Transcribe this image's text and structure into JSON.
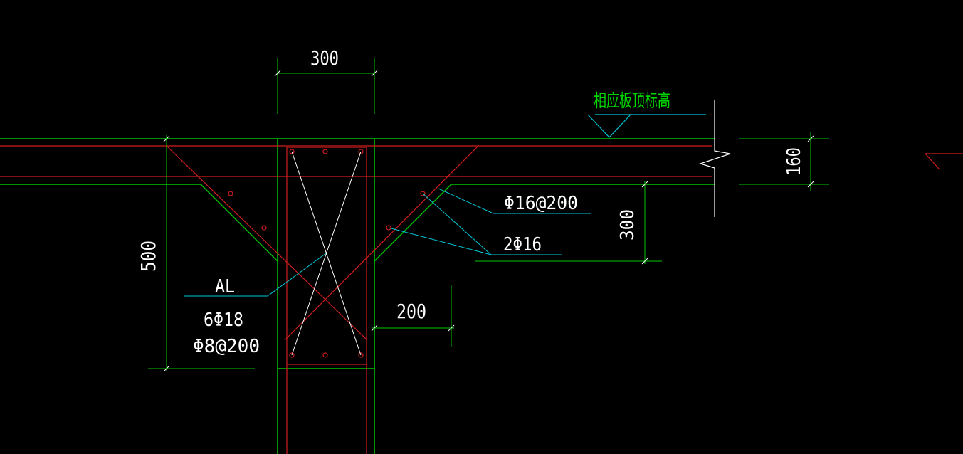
{
  "colors": {
    "background": "#000000",
    "outline": "#00c800",
    "rebar": "#d21e1e",
    "text": "#ffffff",
    "leader": "#00c8d8",
    "level_marker": "#00c8d8",
    "level_text": "#00d800"
  },
  "labels": {
    "dim_column_width": "300",
    "dim_slab_thickness": "160",
    "dim_haunch_depth": "300",
    "dim_height": "500",
    "dim_haunch_width": "200",
    "slab_top_level": "相应板顶标高",
    "haunch_rebar": "Φ16@200",
    "haunch_bars": "2Φ16",
    "beam_mark": "AL",
    "beam_main_bars": "6Φ18",
    "beam_stirrups": "Φ8@200"
  },
  "icons": {
    "level_marker": "elevation-triangle-icon",
    "break_line": "break-line-icon"
  }
}
